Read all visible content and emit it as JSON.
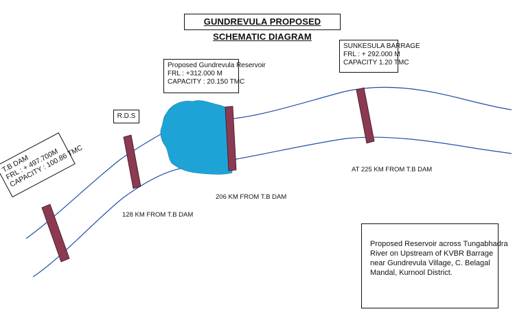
{
  "title": "GUNDREVULA PROPOSED SCHEMATIC DIAGRAM",
  "tb_dam": {
    "name": "T.B DAM",
    "frl": "FRL : + 497.700M",
    "capacity": "CAPACITY : 100.86 TMC"
  },
  "rds": {
    "label": "R.D.S",
    "distance": "128 KM FROM T.B DAM"
  },
  "gundrevula": {
    "name": "Proposed Gundrevula Reservoir",
    "frl": "FRL : +312.000 M",
    "capacity": "CAPACITY : 20.150 TMC",
    "distance": "206 KM FROM T.B DAM"
  },
  "sunkesula": {
    "name": "SUNKESULA BARRAGE",
    "frl": "FRL : + 292.000 M",
    "capacity": "CAPACITY  1.20 TMC",
    "distance": "AT 225 KM FROM T.B DAM"
  },
  "note": {
    "lines": [
      "Proposed Reservoir across Tungabhadra",
      "River on Upstream of KVBR Barrage",
      "near Gundrevula Village, C. Belagal",
      "Mandal, Kurnool District."
    ]
  },
  "colors": {
    "river": "#1f4fa8",
    "reservoir": "#1ea3d6",
    "dam": "#8b3a52",
    "text": "#111111"
  }
}
